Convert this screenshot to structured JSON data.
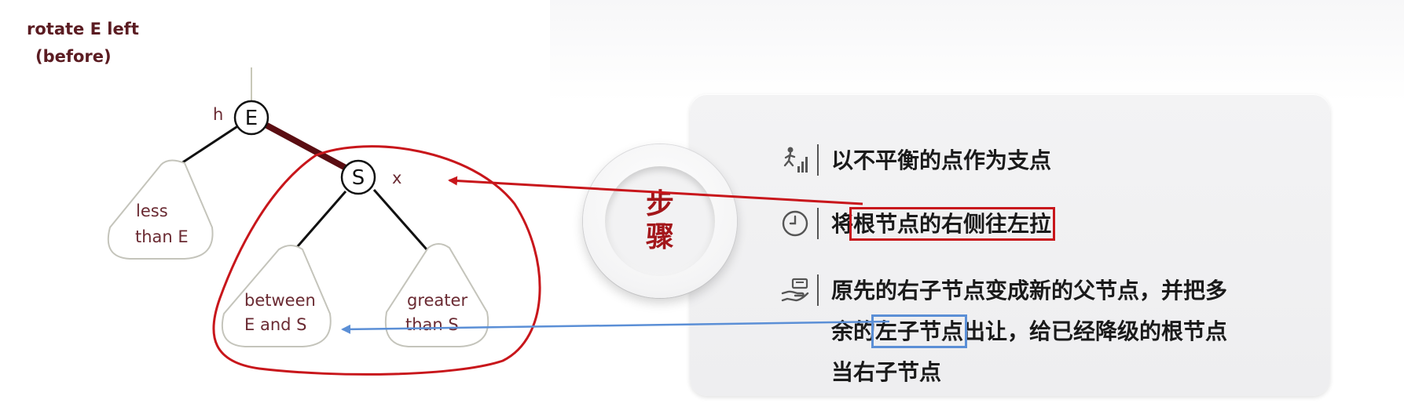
{
  "figure": {
    "title_line1": "rotate E left",
    "title_line2": "(before)",
    "node_e": "E",
    "node_s": "S",
    "label_h": "h",
    "label_x": "x",
    "left_subtree_line1": "less",
    "left_subtree_line2": "than E",
    "mid_subtree_line1": "between",
    "mid_subtree_line2": "E and S",
    "right_subtree_line1": "greater",
    "right_subtree_line2": "than S"
  },
  "badge": {
    "char1": "步",
    "char2": "骤"
  },
  "steps": [
    {
      "icon": "stairs-climb-icon",
      "text": "以不平衡的点作为支点"
    },
    {
      "icon": "clock-icon",
      "text_pre": "将",
      "text_highlight": "根节点的右侧往左拉"
    },
    {
      "icon": "hand-give-icon",
      "line1": "原先的右子节点变成新的父节点，并把多",
      "line2_pre": "余的",
      "line2_highlight": "左子节点",
      "line2_post": "出让，给已经降级的根节点",
      "line3": "当右子节点"
    }
  ],
  "colors": {
    "tree_text": "#6a2a32",
    "highlight_edge": "#5a0d12",
    "annotation_red": "#c8161b",
    "annotation_blue": "#5b8fd6",
    "badge_text": "#a3161a"
  }
}
